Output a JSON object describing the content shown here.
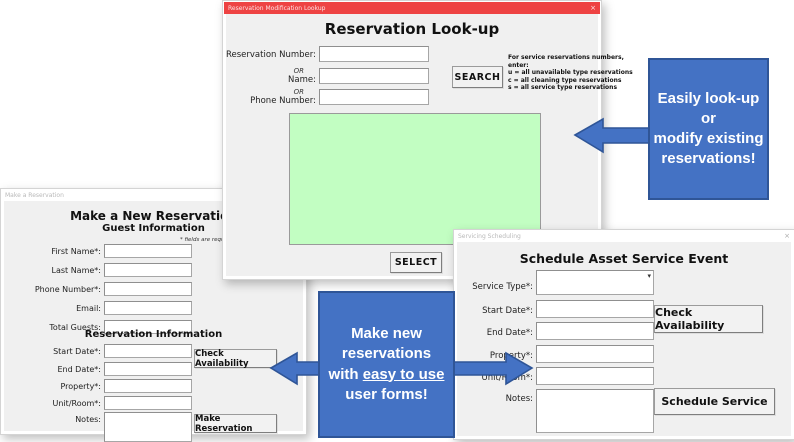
{
  "colors": {
    "accent_blue": "#4472c4",
    "accent_blue_border": "#2f5597",
    "lookup_titlebar_red": "#ee4343",
    "listbox_green": "#c2fec2",
    "dialog_gray": "#f0f0f0"
  },
  "lookup": {
    "titlebar": "Reservation Modification Lookup",
    "close_icon": "×",
    "title": "Reservation Look-up",
    "rows": [
      {
        "label": "Reservation Number:",
        "value": ""
      },
      {
        "or": "OR",
        "label": "Name:",
        "value": ""
      },
      {
        "or": "OR",
        "label": "Phone Number:",
        "value": ""
      }
    ],
    "search_button": "SEARCH",
    "help_lines": [
      "For service reservations numbers,",
      "enter:",
      "u = all unavailable type reservations",
      "c = all cleaning type reservations",
      "s = all service type reservations"
    ],
    "select_button": "SELECT"
  },
  "newres": {
    "titlebar": "Make a Reservation",
    "title": "Make a New Reservation",
    "guest_heading": "Guest Information",
    "required_note": "* fields are required",
    "guest_fields": [
      "First Name*:",
      "Last Name*:",
      "Phone Number*:",
      "Email:",
      "Total Guests:"
    ],
    "reservation_heading": "Reservation Information",
    "reservation_fields": [
      "Start Date*:",
      "End Date*:",
      "Property*:",
      "Unit/Room*:",
      "Notes:"
    ],
    "check_availability_button": "Check Availability",
    "make_reservation_button": "Make Reservation"
  },
  "service": {
    "titlebar": "Servicing Scheduling",
    "close_icon": "×",
    "title": "Schedule Asset Service Event",
    "fields": [
      "Service Type*:",
      "Start Date*:",
      "End Date*:",
      "Property*:",
      "Unit/Room*:",
      "Notes:"
    ],
    "combo_arrow_icon": "▾",
    "check_availability_button": "Check Availability",
    "schedule_service_button": "Schedule Service"
  },
  "callouts": {
    "lookup_note_lines": [
      "Easily look-up or",
      "modify existing",
      "reservations!"
    ],
    "forms_note": {
      "line1": "Make new",
      "line2": "reservations",
      "line3_prefix": "with ",
      "line3_underlined": "easy to use",
      "line4": "user forms!"
    }
  }
}
